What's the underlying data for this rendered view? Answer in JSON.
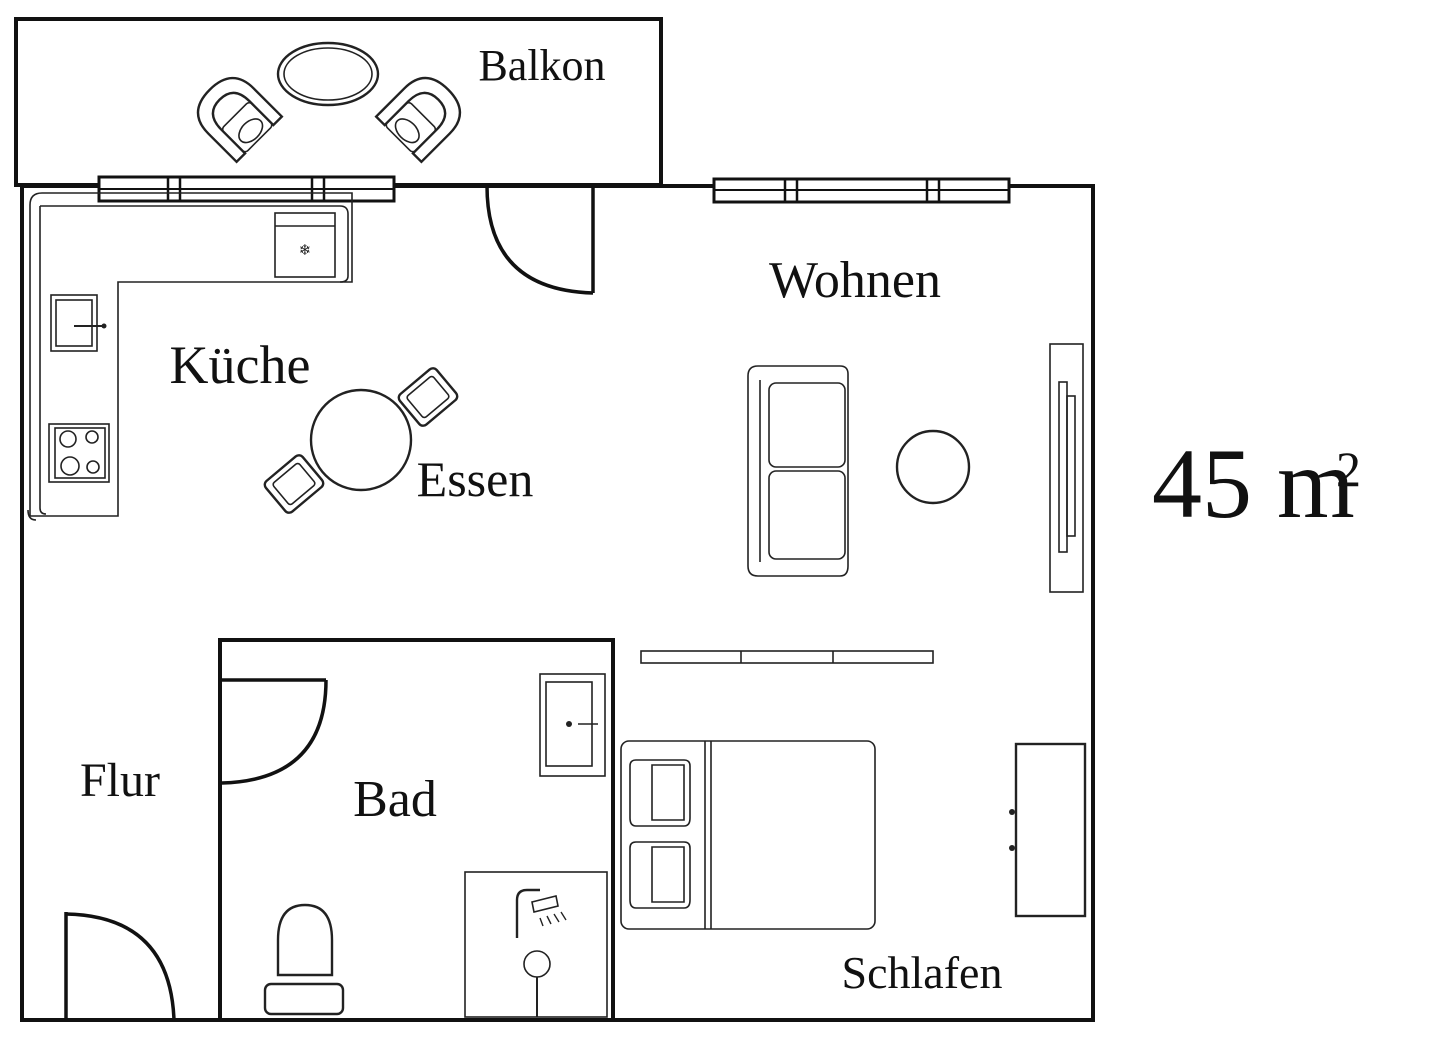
{
  "rooms": {
    "balkon": "Balkon",
    "wohnen": "Wohnen",
    "kueche": "Küche",
    "essen": "Essen",
    "flur": "Flur",
    "bad": "Bad",
    "schlafen": "Schlafen"
  },
  "area": {
    "value": "45 m",
    "unit_power": "2"
  },
  "colors": {
    "line": "#111111",
    "background": "#ffffff"
  },
  "icons": {
    "freezer": "snowflake-icon",
    "shower": "shower-head-icon"
  }
}
